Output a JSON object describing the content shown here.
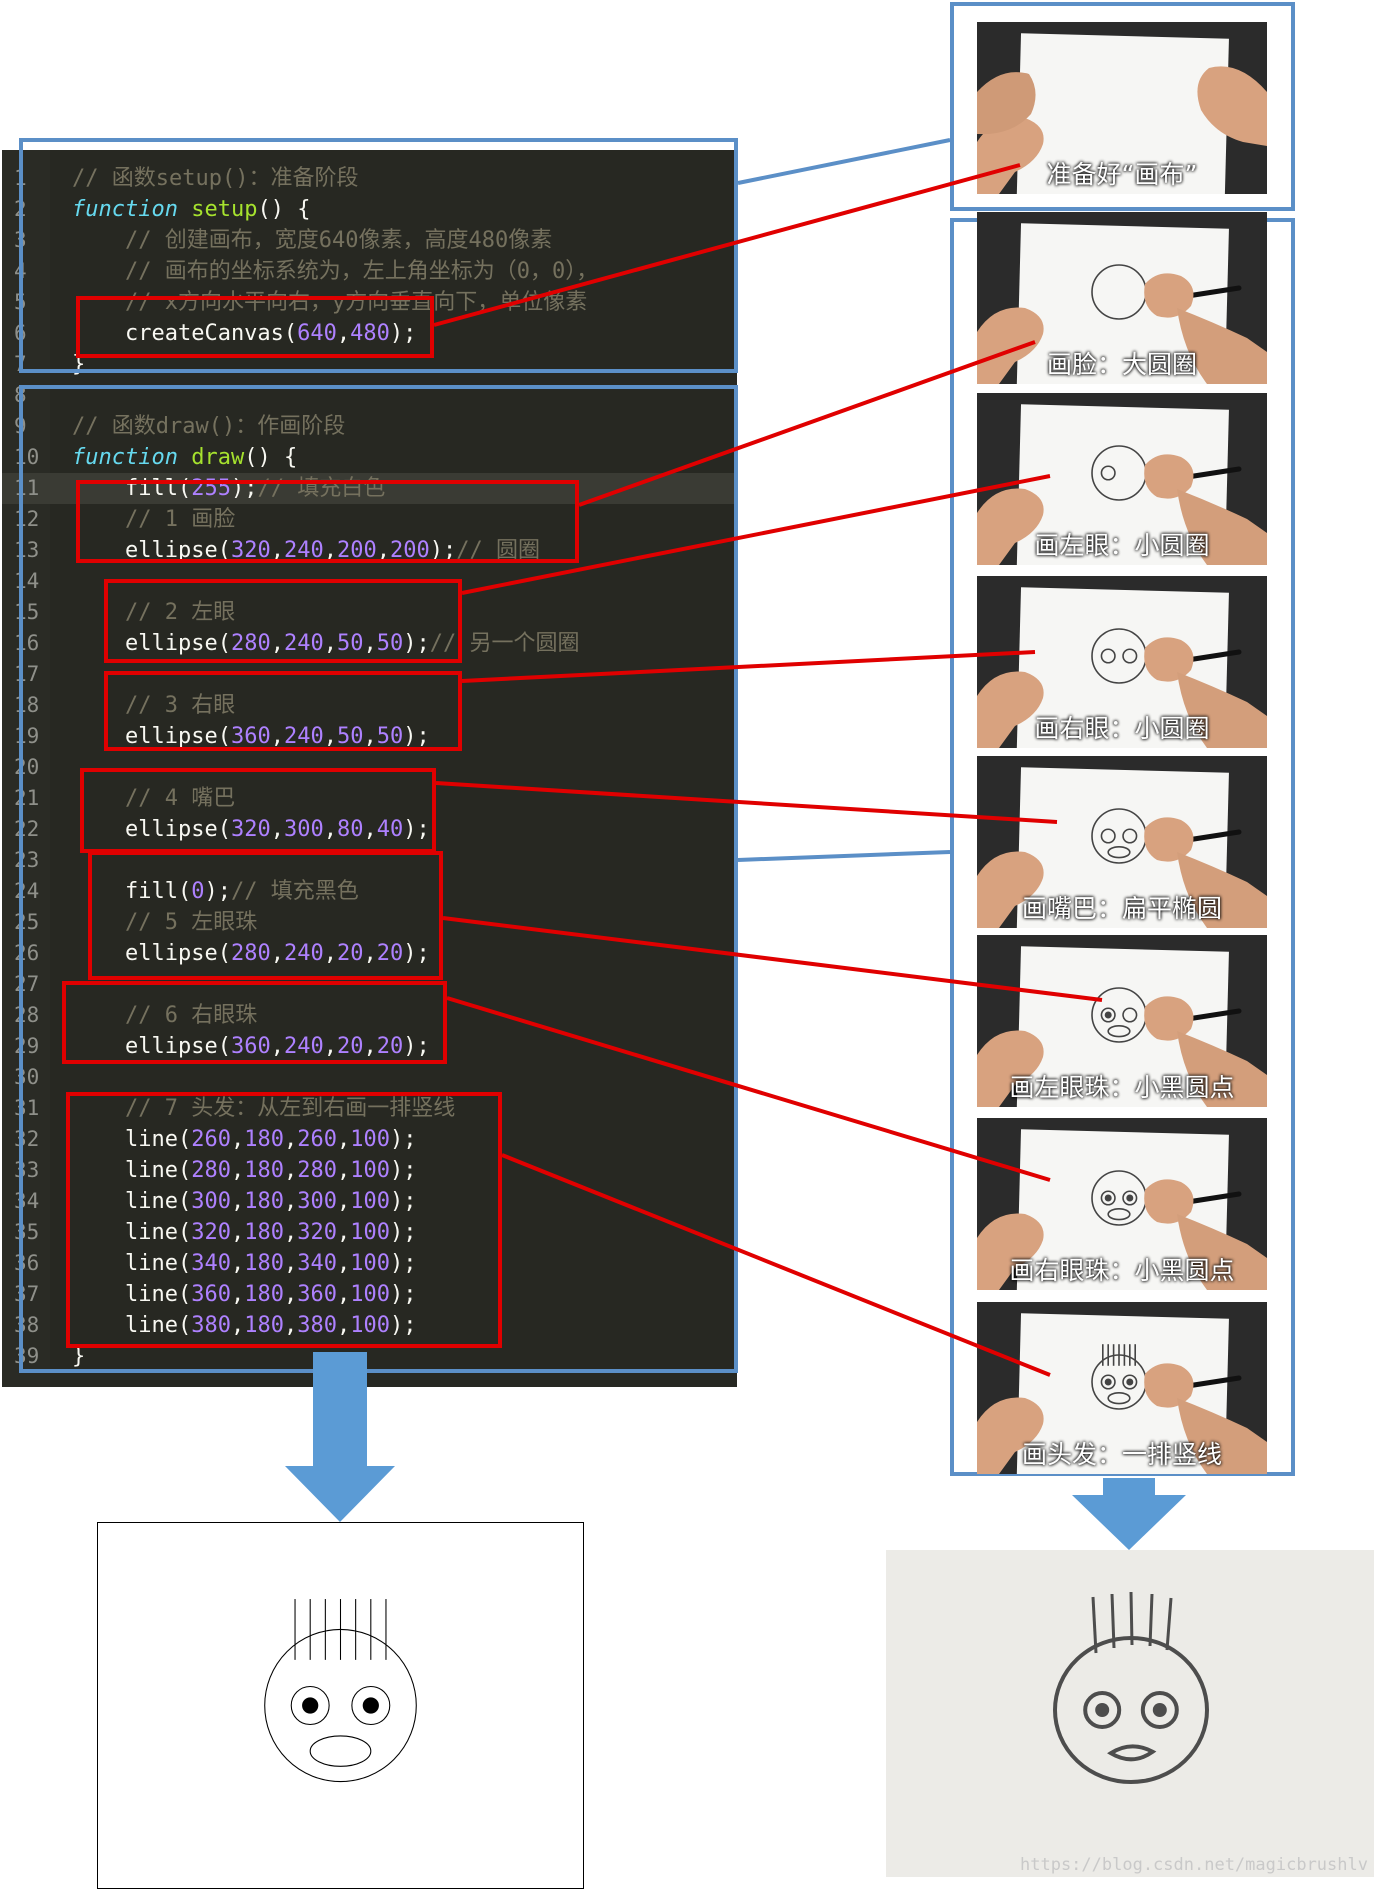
{
  "code": {
    "lines": [
      {
        "n": "1",
        "t": [
          [
            "c",
            "// 函数setup()：准备阶段"
          ]
        ]
      },
      {
        "n": "2",
        "t": [
          [
            "k",
            "function"
          ],
          [
            "p",
            " "
          ],
          [
            "f",
            "setup"
          ],
          [
            "p",
            "() {"
          ]
        ]
      },
      {
        "n": "3",
        "t": [
          [
            "p",
            "    "
          ],
          [
            "c",
            "// 创建画布，宽度640像素，高度480像素"
          ]
        ]
      },
      {
        "n": "4",
        "t": [
          [
            "p",
            "    "
          ],
          [
            "c",
            "// 画布的坐标系统为，左上角坐标为（0，0），"
          ]
        ]
      },
      {
        "n": "5",
        "t": [
          [
            "p",
            "    "
          ],
          [
            "c",
            "// x方向水平向右，y方向垂直向下，单位像素"
          ]
        ]
      },
      {
        "n": "6",
        "t": [
          [
            "p",
            "    createCanvas("
          ],
          [
            "n",
            "640"
          ],
          [
            "p",
            ","
          ],
          [
            "n",
            "480"
          ],
          [
            "p",
            ");"
          ]
        ]
      },
      {
        "n": "7",
        "t": [
          [
            "p",
            "}"
          ]
        ]
      },
      {
        "n": "8",
        "t": []
      },
      {
        "n": "9",
        "t": [
          [
            "c",
            "// 函数draw()：作画阶段"
          ]
        ]
      },
      {
        "n": "10",
        "t": [
          [
            "k",
            "function"
          ],
          [
            "p",
            " "
          ],
          [
            "f",
            "draw"
          ],
          [
            "p",
            "() {"
          ]
        ]
      },
      {
        "n": "11",
        "t": [
          [
            "p",
            "    fill("
          ],
          [
            "n",
            "255"
          ],
          [
            "p",
            ");"
          ],
          [
            "c",
            "// 填充白色"
          ]
        ],
        "active": true
      },
      {
        "n": "12",
        "t": [
          [
            "p",
            "    "
          ],
          [
            "c",
            "// 1 画脸"
          ]
        ]
      },
      {
        "n": "13",
        "t": [
          [
            "p",
            "    ellipse("
          ],
          [
            "n",
            "320"
          ],
          [
            "p",
            ","
          ],
          [
            "n",
            "240"
          ],
          [
            "p",
            ","
          ],
          [
            "n",
            "200"
          ],
          [
            "p",
            ","
          ],
          [
            "n",
            "200"
          ],
          [
            "p",
            ");"
          ],
          [
            "c",
            "// 圆圈"
          ]
        ]
      },
      {
        "n": "14",
        "t": []
      },
      {
        "n": "15",
        "t": [
          [
            "p",
            "    "
          ],
          [
            "c",
            "// 2 左眼"
          ]
        ]
      },
      {
        "n": "16",
        "t": [
          [
            "p",
            "    ellipse("
          ],
          [
            "n",
            "280"
          ],
          [
            "p",
            ","
          ],
          [
            "n",
            "240"
          ],
          [
            "p",
            ","
          ],
          [
            "n",
            "50"
          ],
          [
            "p",
            ","
          ],
          [
            "n",
            "50"
          ],
          [
            "p",
            ");"
          ],
          [
            "c",
            "// 另一个圆圈"
          ]
        ]
      },
      {
        "n": "17",
        "t": []
      },
      {
        "n": "18",
        "t": [
          [
            "p",
            "    "
          ],
          [
            "c",
            "// 3 右眼"
          ]
        ]
      },
      {
        "n": "19",
        "t": [
          [
            "p",
            "    ellipse("
          ],
          [
            "n",
            "360"
          ],
          [
            "p",
            ","
          ],
          [
            "n",
            "240"
          ],
          [
            "p",
            ","
          ],
          [
            "n",
            "50"
          ],
          [
            "p",
            ","
          ],
          [
            "n",
            "50"
          ],
          [
            "p",
            ");"
          ]
        ]
      },
      {
        "n": "20",
        "t": []
      },
      {
        "n": "21",
        "t": [
          [
            "p",
            "    "
          ],
          [
            "c",
            "// 4 嘴巴"
          ]
        ]
      },
      {
        "n": "22",
        "t": [
          [
            "p",
            "    ellipse("
          ],
          [
            "n",
            "320"
          ],
          [
            "p",
            ","
          ],
          [
            "n",
            "300"
          ],
          [
            "p",
            ","
          ],
          [
            "n",
            "80"
          ],
          [
            "p",
            ","
          ],
          [
            "n",
            "40"
          ],
          [
            "p",
            ");"
          ]
        ]
      },
      {
        "n": "23",
        "t": []
      },
      {
        "n": "24",
        "t": [
          [
            "p",
            "    fill("
          ],
          [
            "n",
            "0"
          ],
          [
            "p",
            ");"
          ],
          [
            "c",
            "// 填充黑色"
          ]
        ]
      },
      {
        "n": "25",
        "t": [
          [
            "p",
            "    "
          ],
          [
            "c",
            "// 5 左眼珠"
          ]
        ]
      },
      {
        "n": "26",
        "t": [
          [
            "p",
            "    ellipse("
          ],
          [
            "n",
            "280"
          ],
          [
            "p",
            ","
          ],
          [
            "n",
            "240"
          ],
          [
            "p",
            ","
          ],
          [
            "n",
            "20"
          ],
          [
            "p",
            ","
          ],
          [
            "n",
            "20"
          ],
          [
            "p",
            ");"
          ]
        ]
      },
      {
        "n": "27",
        "t": []
      },
      {
        "n": "28",
        "t": [
          [
            "p",
            "    "
          ],
          [
            "c",
            "// 6 右眼珠"
          ]
        ]
      },
      {
        "n": "29",
        "t": [
          [
            "p",
            "    ellipse("
          ],
          [
            "n",
            "360"
          ],
          [
            "p",
            ","
          ],
          [
            "n",
            "240"
          ],
          [
            "p",
            ","
          ],
          [
            "n",
            "20"
          ],
          [
            "p",
            ","
          ],
          [
            "n",
            "20"
          ],
          [
            "p",
            ");"
          ]
        ]
      },
      {
        "n": "30",
        "t": []
      },
      {
        "n": "31",
        "t": [
          [
            "p",
            "    "
          ],
          [
            "c",
            "// 7 头发：从左到右画一排竖线"
          ]
        ]
      },
      {
        "n": "32",
        "t": [
          [
            "p",
            "    line("
          ],
          [
            "n",
            "260"
          ],
          [
            "p",
            ","
          ],
          [
            "n",
            "180"
          ],
          [
            "p",
            ","
          ],
          [
            "n",
            "260"
          ],
          [
            "p",
            ","
          ],
          [
            "n",
            "100"
          ],
          [
            "p",
            ");"
          ]
        ]
      },
      {
        "n": "33",
        "t": [
          [
            "p",
            "    line("
          ],
          [
            "n",
            "280"
          ],
          [
            "p",
            ","
          ],
          [
            "n",
            "180"
          ],
          [
            "p",
            ","
          ],
          [
            "n",
            "280"
          ],
          [
            "p",
            ","
          ],
          [
            "n",
            "100"
          ],
          [
            "p",
            ");"
          ]
        ]
      },
      {
        "n": "34",
        "t": [
          [
            "p",
            "    line("
          ],
          [
            "n",
            "300"
          ],
          [
            "p",
            ","
          ],
          [
            "n",
            "180"
          ],
          [
            "p",
            ","
          ],
          [
            "n",
            "300"
          ],
          [
            "p",
            ","
          ],
          [
            "n",
            "100"
          ],
          [
            "p",
            ");"
          ]
        ]
      },
      {
        "n": "35",
        "t": [
          [
            "p",
            "    line("
          ],
          [
            "n",
            "320"
          ],
          [
            "p",
            ","
          ],
          [
            "n",
            "180"
          ],
          [
            "p",
            ","
          ],
          [
            "n",
            "320"
          ],
          [
            "p",
            ","
          ],
          [
            "n",
            "100"
          ],
          [
            "p",
            ");"
          ]
        ]
      },
      {
        "n": "36",
        "t": [
          [
            "p",
            "    line("
          ],
          [
            "n",
            "340"
          ],
          [
            "p",
            ","
          ],
          [
            "n",
            "180"
          ],
          [
            "p",
            ","
          ],
          [
            "n",
            "340"
          ],
          [
            "p",
            ","
          ],
          [
            "n",
            "100"
          ],
          [
            "p",
            ");"
          ]
        ]
      },
      {
        "n": "37",
        "t": [
          [
            "p",
            "    line("
          ],
          [
            "n",
            "360"
          ],
          [
            "p",
            ","
          ],
          [
            "n",
            "180"
          ],
          [
            "p",
            ","
          ],
          [
            "n",
            "360"
          ],
          [
            "p",
            ","
          ],
          [
            "n",
            "100"
          ],
          [
            "p",
            ");"
          ]
        ]
      },
      {
        "n": "38",
        "t": [
          [
            "p",
            "    line("
          ],
          [
            "n",
            "380"
          ],
          [
            "p",
            ","
          ],
          [
            "n",
            "180"
          ],
          [
            "p",
            ","
          ],
          [
            "n",
            "380"
          ],
          [
            "p",
            ","
          ],
          [
            "n",
            "100"
          ],
          [
            "p",
            ");"
          ]
        ]
      },
      {
        "n": "39",
        "t": [
          [
            "p",
            "}"
          ]
        ]
      }
    ]
  },
  "steps": [
    {
      "caption": "准备好“画布”",
      "stage": 0
    },
    {
      "caption": "画脸：大圆圈",
      "stage": 1
    },
    {
      "caption": "画左眼：小圆圈",
      "stage": 2
    },
    {
      "caption": "画右眼：小圆圈",
      "stage": 3
    },
    {
      "caption": "画嘴巴：扁平椭圆",
      "stage": 4
    },
    {
      "caption": "画左眼珠：小黑圆点",
      "stage": 5
    },
    {
      "caption": "画右眼珠：小黑圆点",
      "stage": 6
    },
    {
      "caption": "画头发：一排竖线",
      "stage": 7
    }
  ],
  "sketch": {
    "canvas": [
      640,
      480
    ],
    "face": [
      320,
      240,
      200,
      200
    ],
    "left_eye": [
      280,
      240,
      50,
      50
    ],
    "right_eye": [
      360,
      240,
      50,
      50
    ],
    "mouth": [
      320,
      300,
      80,
      40
    ],
    "left_pupil": [
      280,
      240,
      20,
      20
    ],
    "right_pupil": [
      360,
      240,
      20,
      20
    ],
    "hair": [
      [
        260,
        180,
        260,
        100
      ],
      [
        280,
        180,
        280,
        100
      ],
      [
        300,
        180,
        300,
        100
      ],
      [
        320,
        180,
        320,
        100
      ],
      [
        340,
        180,
        340,
        100
      ],
      [
        360,
        180,
        360,
        100
      ],
      [
        380,
        180,
        380,
        100
      ]
    ]
  },
  "watermark": "https://blog.csdn.net/magicbrushlv",
  "colors": {
    "frame": "#5b8fc7",
    "callout": "#e00000",
    "arrow": "#5b9bd5",
    "editor_bg": "#272822"
  }
}
